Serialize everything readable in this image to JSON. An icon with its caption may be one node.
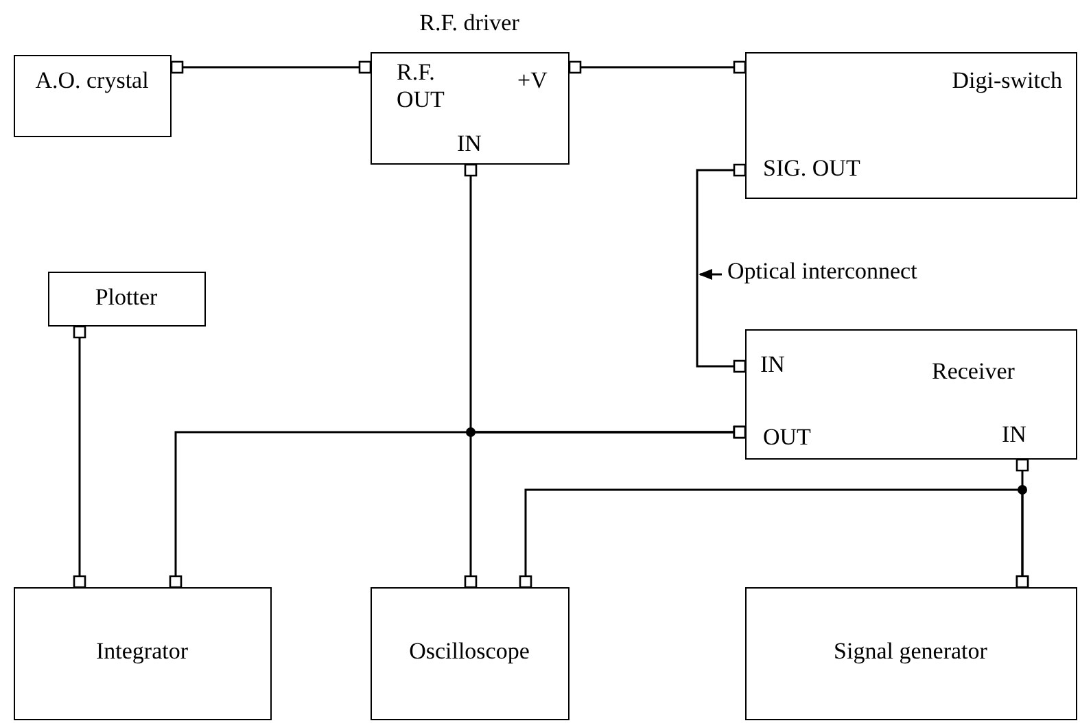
{
  "diagram": {
    "nodes": [
      {
        "text": [
          "A.O. crystal"
        ]
      },
      {
        "text": [
          "R.F. driver",
          "R.F. OUT",
          "+V",
          "IN"
        ]
      },
      {
        "text": [
          "Digi-switch",
          "SIG. OUT"
        ]
      },
      {
        "text": [
          "Plotter"
        ]
      },
      {
        "text": [
          "IN",
          "Receiver",
          "OUT",
          "IN"
        ]
      },
      {
        "text": [
          "Integrator"
        ]
      },
      {
        "text": [
          "Oscilloscope"
        ]
      },
      {
        "text": [
          "Signal generator"
        ]
      },
      {
        "text": [
          "Optical interconnect"
        ]
      }
    ],
    "edges": [
      {
        "from": 0,
        "to": 1,
        "arrow": "other"
      },
      {
        "from": 1,
        "to": 2,
        "arrow": "other"
      },
      {
        "from": 2,
        "to": 4,
        "arrow": "other"
      },
      {
        "from": 4,
        "to": 1,
        "arrow": "other"
      },
      {
        "from": 4,
        "to": 5,
        "arrow": "other"
      },
      {
        "from": 4,
        "to": 6,
        "arrow": "other"
      },
      {
        "from": 3,
        "to": 5,
        "arrow": "other"
      },
      {
        "from": 7,
        "to": 4,
        "arrow": "other"
      },
      {
        "from": 7,
        "to": 6,
        "arrow": "other"
      },
      {
        "from": 8,
        "to": null,
        "arrow": "to"
      }
    ]
  }
}
